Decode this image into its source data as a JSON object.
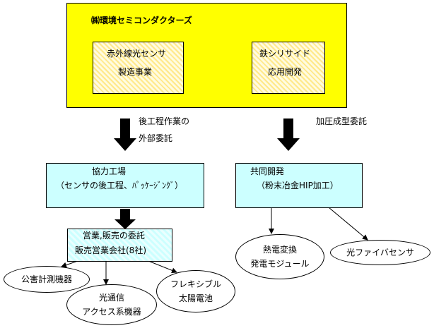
{
  "company": {
    "name": "㈱環境セミコンダクターズ",
    "divisions": [
      {
        "line1": "赤外線光センサ",
        "line2": "製造事業"
      },
      {
        "line1": "鉄シリサイド",
        "line2": "応用開発"
      }
    ]
  },
  "arrow_labels": {
    "left_line1": "後工程作業の",
    "left_line2": "外部委託",
    "right": "加圧成型委託"
  },
  "partner_factory": {
    "title": "協力工場",
    "detail": "（センサの後工程、ﾊﾟｯｹｰｼﾞﾝｸﾞ）"
  },
  "joint_dev": {
    "title": "共同開発",
    "detail": "（粉末冶金HIP加工）"
  },
  "sales": {
    "line1": "営業,販売の委託",
    "line2": "販売営業会社(8社)"
  },
  "applications": {
    "pollution": "公害計測機器",
    "optical_line1": "光通信",
    "optical_line2": "アクセス系機器",
    "flexible_line1": "フレキシブル",
    "flexible_line2": "太陽電池",
    "thermo_line1": "熱電変換",
    "thermo_line2": "発電モジュール",
    "fiber": "光ファイバセンサ"
  }
}
